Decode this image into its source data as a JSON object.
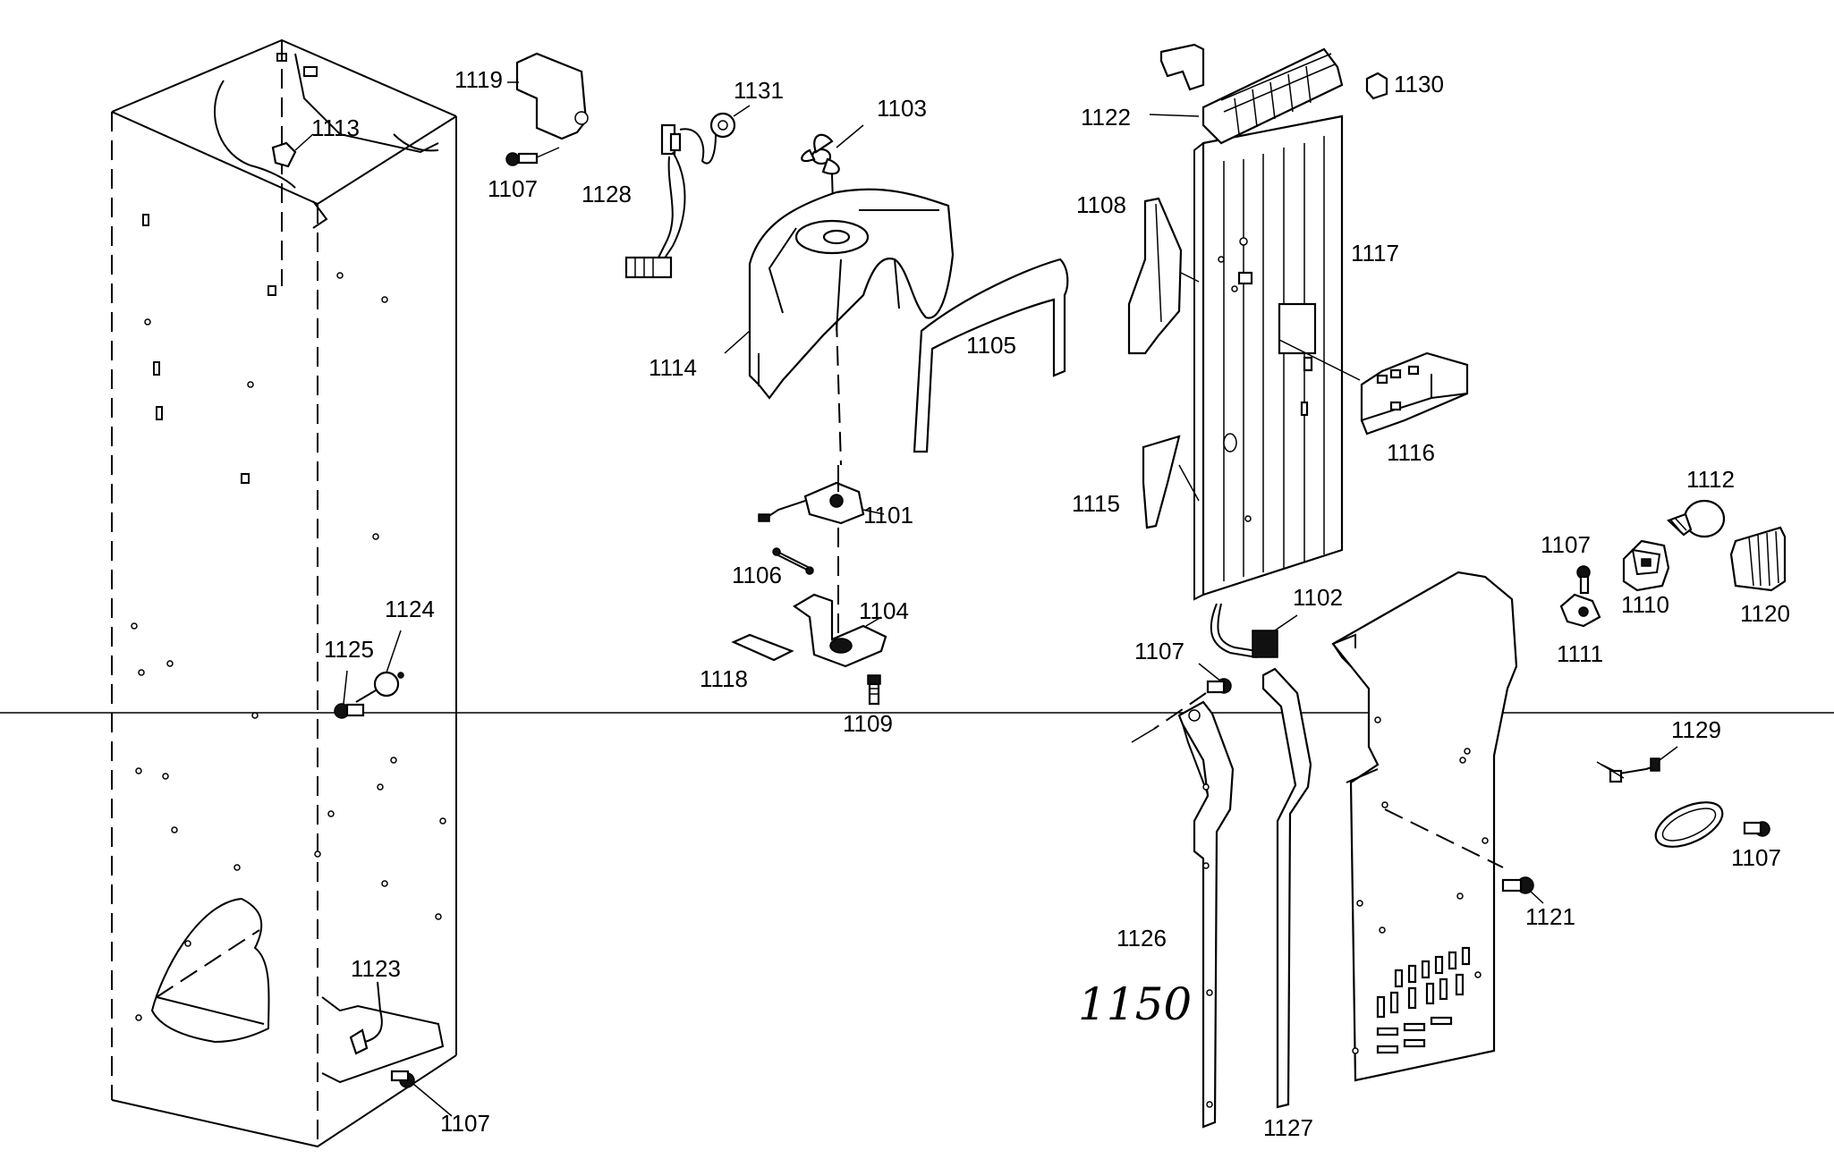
{
  "diagram": {
    "labels": {
      "l1119": "1119",
      "l1113": "1113",
      "l1107a": "1107",
      "l1131": "1131",
      "l1103": "1103",
      "l1128": "1128",
      "l1114": "1114",
      "l1105": "1105",
      "l1101": "1101",
      "l1106": "1106",
      "l1104": "1104",
      "l1118": "1118",
      "l1109": "1109",
      "l1124": "1124",
      "l1125": "1125",
      "l1123": "1123",
      "l1107b": "1107",
      "l1122": "1122",
      "l1130": "1130",
      "l1108": "1108",
      "l1117": "1117",
      "l1116": "1116",
      "l1115": "1115",
      "l1102": "1102",
      "l1107c": "1107",
      "l1112": "1112",
      "l1107d": "1107",
      "l1110": "1110",
      "l1120": "1120",
      "l1111": "1111",
      "l1129": "1129",
      "l1107e": "1107",
      "l1121": "1121",
      "l1126": "1126",
      "l1127": "1127",
      "l1150": "1150"
    }
  }
}
